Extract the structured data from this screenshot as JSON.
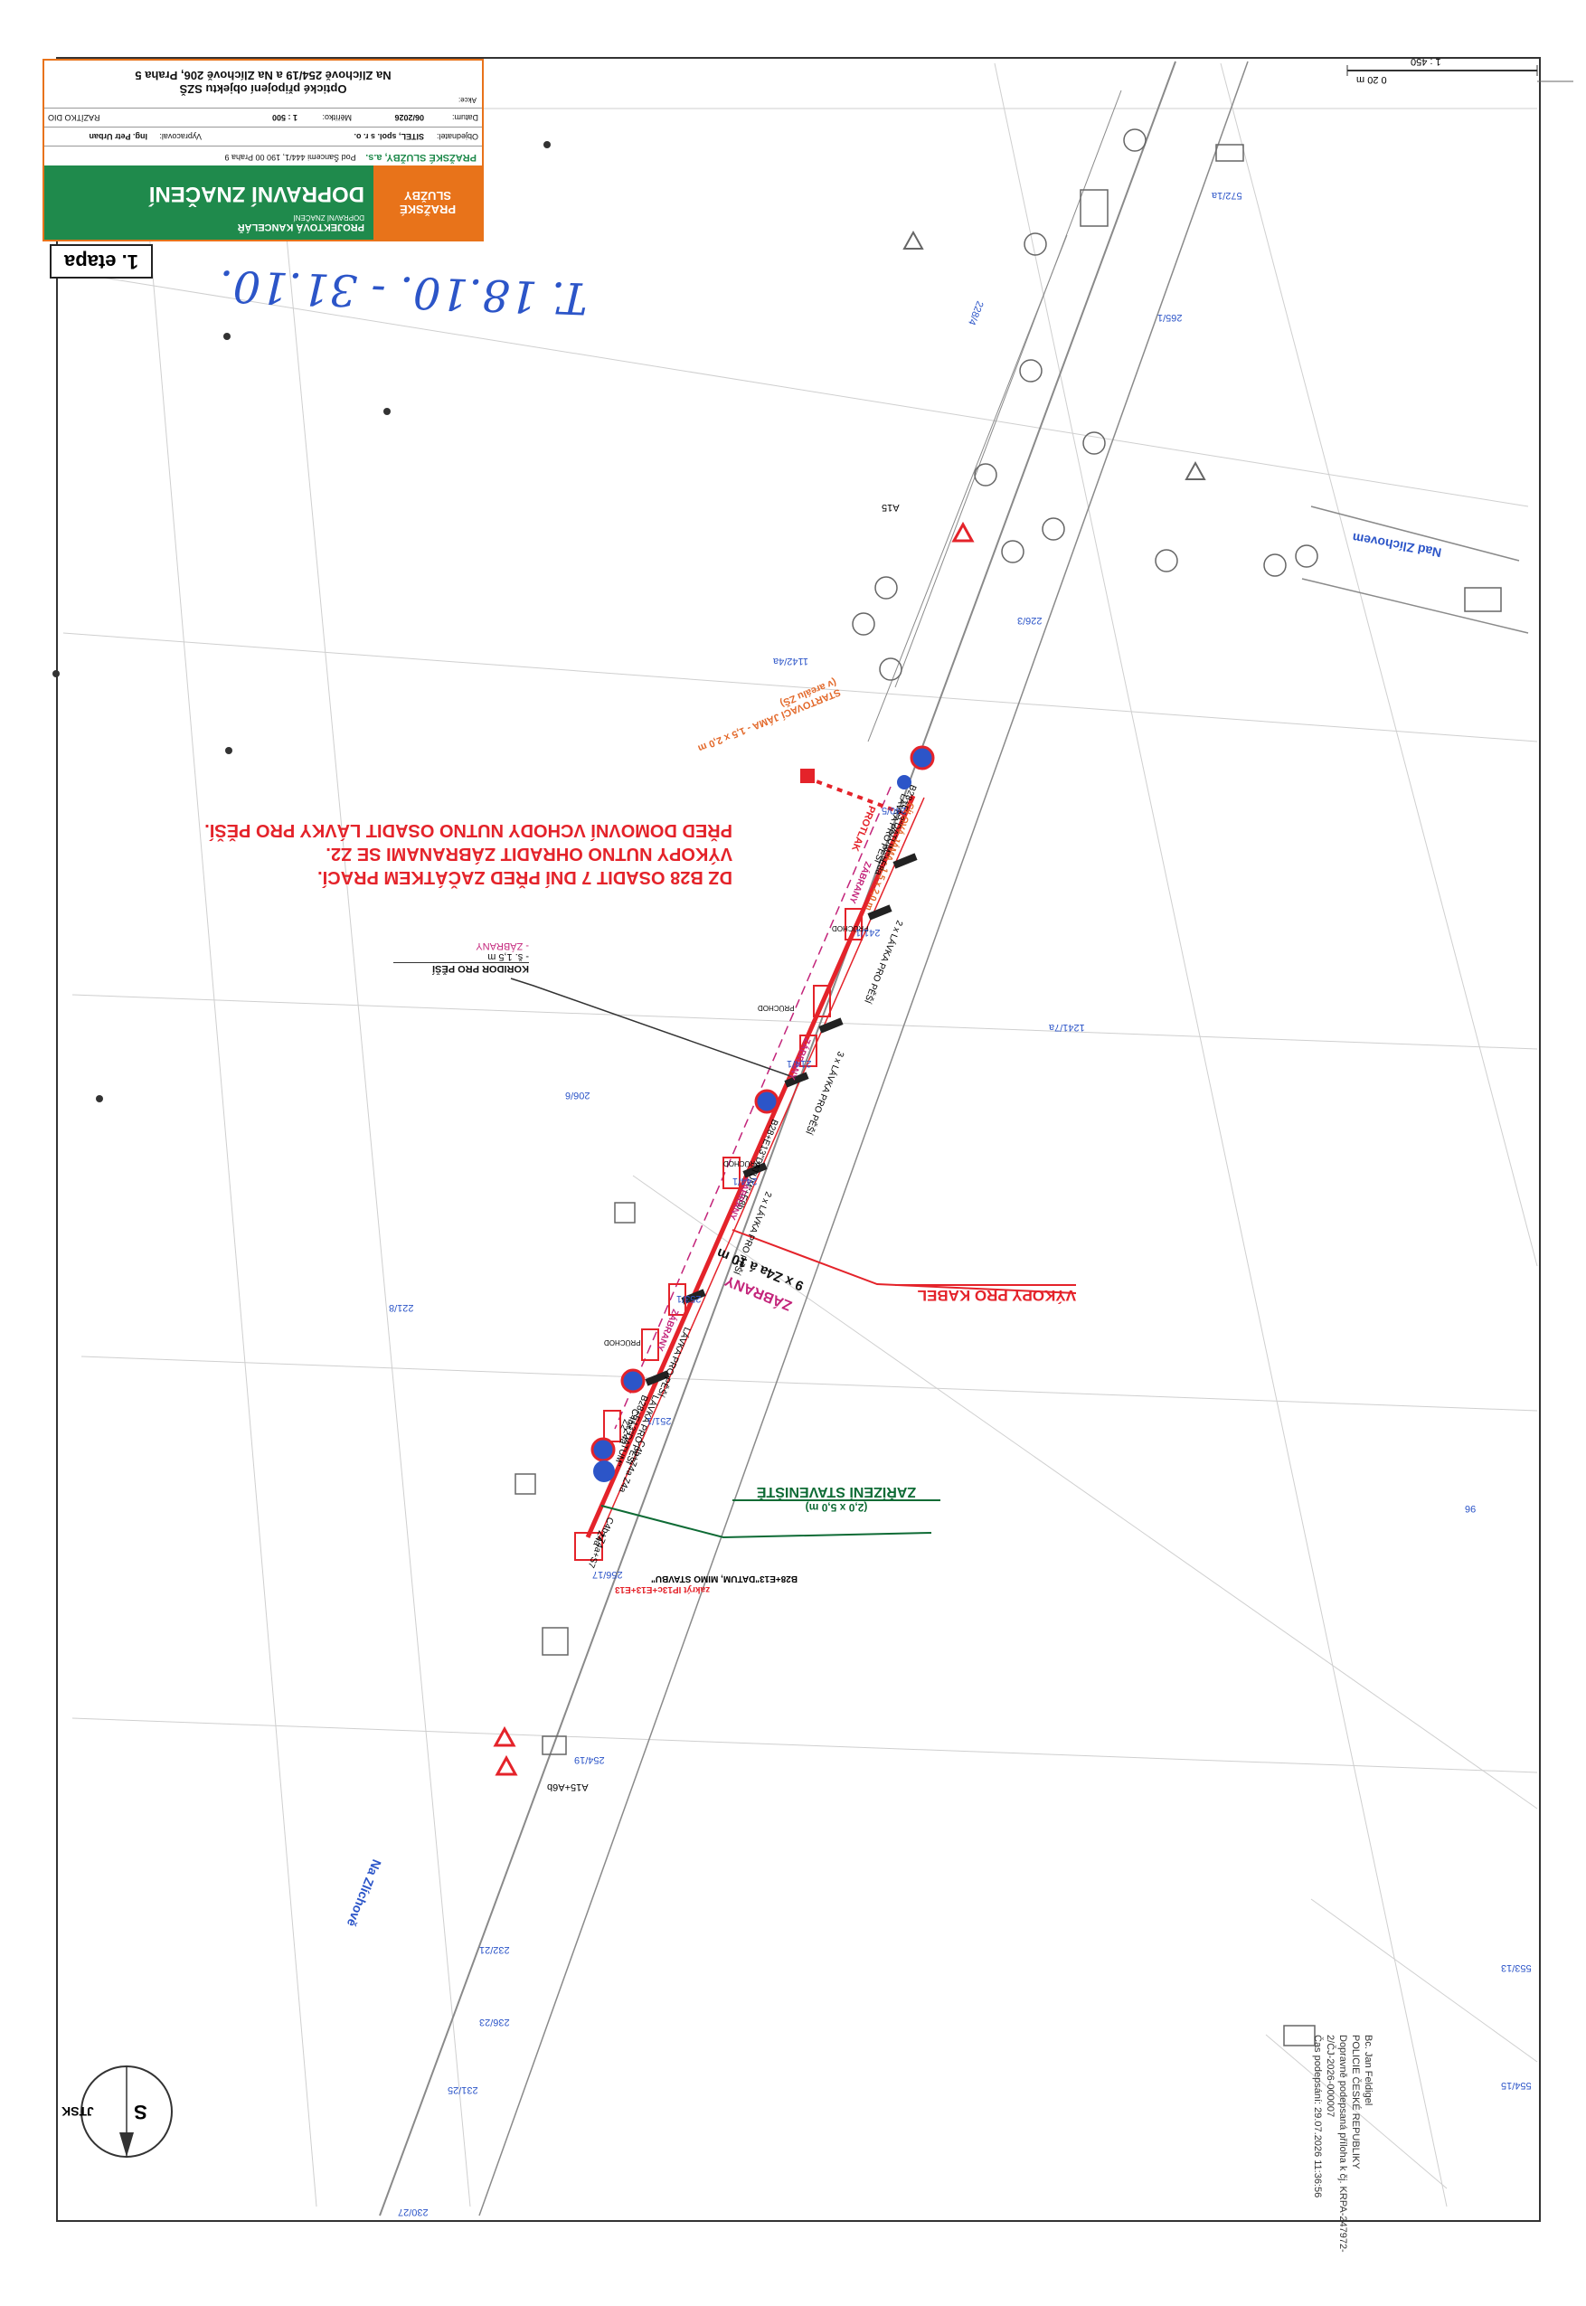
{
  "title_block": {
    "brand_line1": "PRAŽSKÉ",
    "brand_line2": "SLUŽBY",
    "office": "PROJEKTOVÁ KANCELÁŘ",
    "office_sub": "DOPRAVNÍ ZNAČENÍ",
    "drawing_title": "DOPRAVNÍ ZNAČENÍ",
    "company": "PRAŽSKÉ SLUŽBY, a.s.",
    "company_address": "Pod Šancemi 444/1, 190 00 Praha 9",
    "label_investor": "Objednatel:",
    "investor": "SITEL, spol. s r. o.",
    "label_author": "Vypracoval:",
    "author": "Ing. Petr Urban",
    "label_date": "Datum:",
    "date": "06/2026",
    "label_scale": "Měřítko:",
    "scale": "1 : 500",
    "label_project": "Akce:",
    "project_line1": "Optické připojení objektu SZŠ",
    "project_line2": "Na Zlíchově 254/19 a Na Zlíchově 206, Praha 5",
    "label_stamp": "RAZÍTKO DIO"
  },
  "stage_label": "1. etapa",
  "handwritten_dates": "T. 18.10. - 31.10.",
  "scale_bar": {
    "text": "0 20 m",
    "ratio": "1 : 450"
  },
  "notes": {
    "line1": "DZ B28 OSADIT 7 DNÍ PŘED ZAČÁTKEM PRACÍ.",
    "line2": "VÝKOPY NUTNO OHRADIT ZÁBRANAMI SE Z2.",
    "line3": "PŘED DOMOVNÍ VCHODY NUTNO OSADIT LÁVKY PRO PĚŠÍ."
  },
  "callouts": {
    "koridor": "KORIDOR PRO PĚŠÍ",
    "koridor_width": "- š. 1,5 m",
    "koridor_zabrany": "- ZÁBRANY",
    "vykopy": "VÝKOPY PRO KABEL",
    "zarizeni": "ZAŘÍZENÍ STAVENIŠTĚ",
    "zarizeni_size": "(2,0 x 5,0 m)",
    "startovaci": "STARTOVACÍ JÁMA - 1,5 x 2,0 m",
    "startovaci_sub": "(v areálu ZŠ)",
    "cilova": "CÍLOVÁ JÁMA - 1,5 x 2,0 m",
    "protlak": "PROTLAK",
    "z4a": "9 x Z4a á 10 m",
    "zabrany_big": "ZÁBRANY"
  },
  "labels": {
    "lavka": "LÁVKA PRO PĚŠÍ",
    "lavka2": "2 x LÁVKA PRO PĚŠÍ",
    "lavka3": "3 x LÁVKA PRO PĚŠÍ",
    "zabrany": "ZÁBRANY",
    "pruchod": "PRŮCHOD",
    "datum_e8a": "B28+E13\"DATUM\"+E8a",
    "datum_e8b": "B28+E13\"DATUM\"+E8b",
    "datum_c": "B28+E13\"DATUM\"",
    "c4b_z4a": "C4b+Z4a",
    "z2": "Z2",
    "c4b_z4a_z4a": "C4b+Z4a Z4a",
    "c4b_z4a_s7": "C4b+Z4a+S7",
    "z4a_small": "Z4a",
    "mimo": "B28+E13\"DATUM, MIMO STAVBU\"",
    "zakryt": "zakrýt IP13c+E13+E13",
    "a15": "A15",
    "a15_a6b": "A15+A6b"
  },
  "streets": {
    "nad_zlichovem": "Nad Zlíchovem",
    "na_zlichove": "Na Zlíchově"
  },
  "parcels": [
    "572/1a",
    "265/1",
    "228/4",
    "226/3",
    "1142/4a",
    "240/5",
    "241/1",
    "1241/7a",
    "214/1",
    "206/6",
    "244/1",
    "253/1",
    "221/8",
    "251/1",
    "256/17",
    "96",
    "254/19",
    "232/21",
    "236/23",
    "231/25",
    "230/27",
    "553/13",
    "554/15"
  ],
  "stamp": {
    "line1": "Bc. Jan Feldigel",
    "line2": "POLICIE ČESKÉ REPUBLIKY",
    "line3": "Dopravně podepsaná příloha k čj. KRPA-247972-",
    "line4": "2/ČJ-2026-000007",
    "line5": "Čas podepsání: 29.07.2026 11:36:56"
  },
  "north": {
    "letter": "S",
    "system": "JTSK"
  },
  "colors": {
    "red": "#e4232a",
    "magenta": "#c3247a",
    "blue": "#2c55c8",
    "brand_green": "#1f8a4c",
    "brand_orange": "#e8731a",
    "dark_green": "#0e6b35",
    "orange_note": "#e36a2c"
  }
}
